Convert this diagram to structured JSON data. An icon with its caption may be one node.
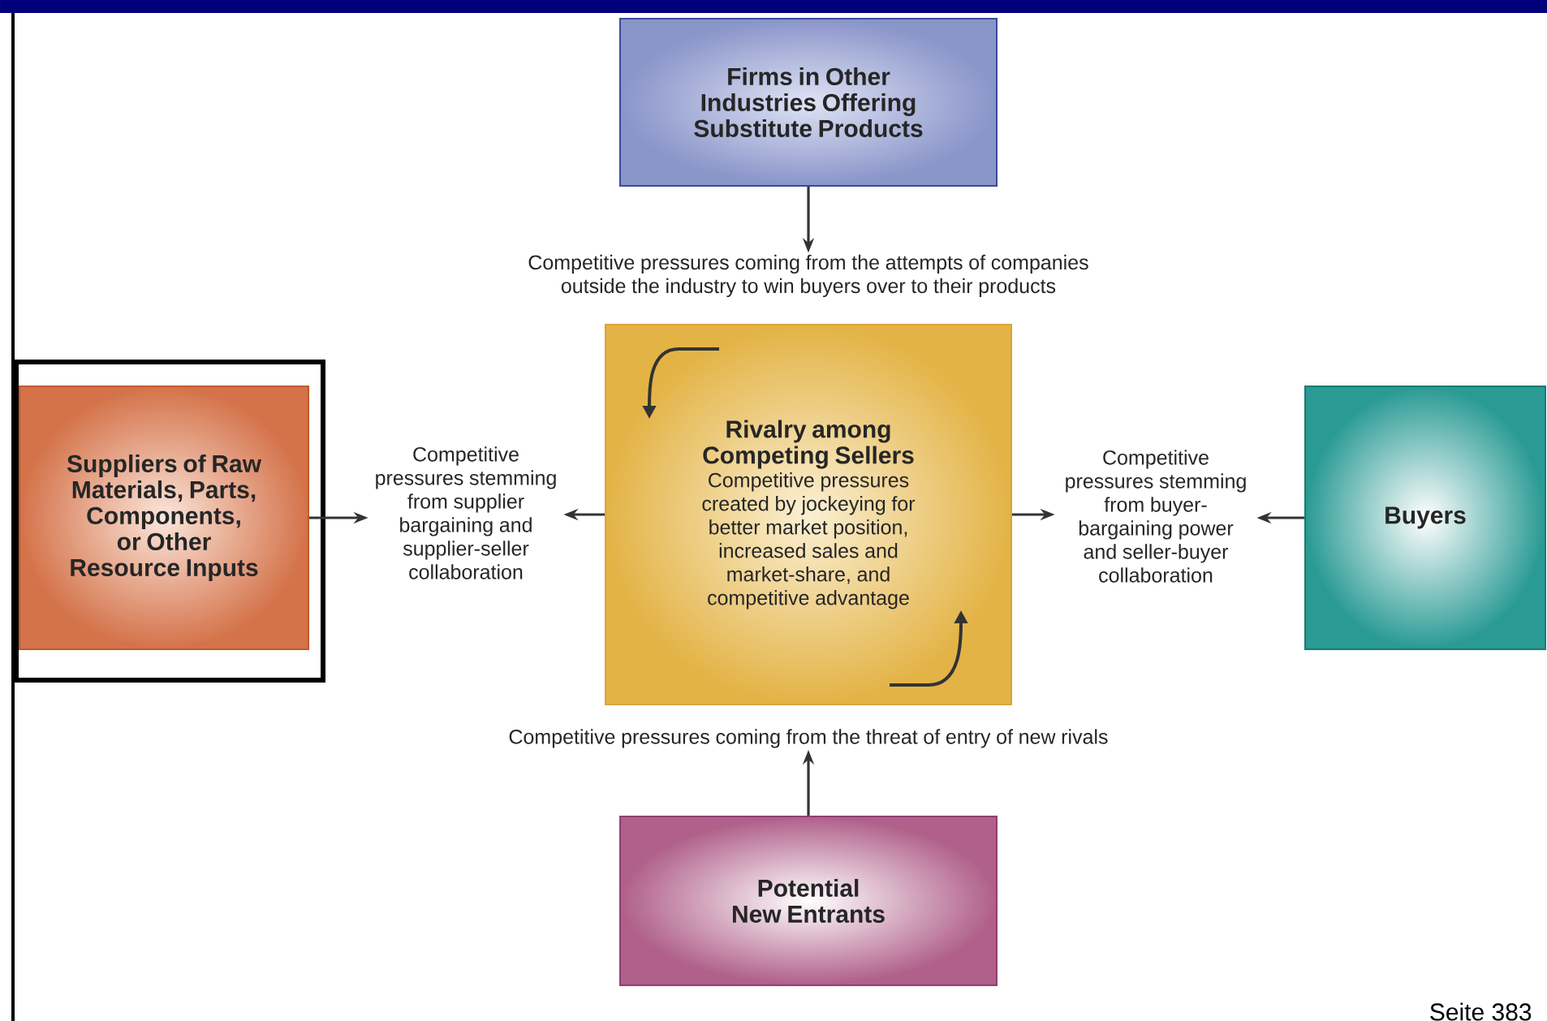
{
  "diagram": {
    "nodes": [
      {
        "text": [
          "Firms in Other Industries Offering Substitute Products"
        ]
      },
      {
        "text": [
          "Competitive pressures coming from the attempts of companies outside the industry to win buyers over to their products"
        ]
      },
      {
        "text": [
          "Suppliers of Raw Materials, Parts, Components, or Other Resource Inputs"
        ]
      },
      {
        "text": [
          "Competitive pressures stemming from supplier bargaining and supplier-seller collaboration"
        ]
      },
      {
        "text": [
          "Rivalry among Competing Sellers",
          "Competitive pressures created by jockeying for better market position, increased sales and market-share, and competitive advantage"
        ]
      },
      {
        "text": [
          "Competitive pressures stemming from buyer-bargaining power and seller-buyer collaboration"
        ]
      },
      {
        "text": [
          "Buyers"
        ]
      },
      {
        "text": [
          "Competitive pressures coming from the threat of entry of new rivals"
        ]
      },
      {
        "text": [
          "Potential New Entrants"
        ]
      }
    ],
    "edges": [
      {
        "from": 0,
        "to": 1,
        "arrow": "to"
      },
      {
        "from": 2,
        "to": 3,
        "arrow": "to"
      },
      {
        "from": 4,
        "to": 3,
        "arrow": "to"
      },
      {
        "from": 4,
        "to": 5,
        "arrow": "to"
      },
      {
        "from": 6,
        "to": 5,
        "arrow": "to"
      },
      {
        "from": 8,
        "to": 7,
        "arrow": "to"
      }
    ],
    "labels": [
      "Seite 383"
    ]
  }
}
